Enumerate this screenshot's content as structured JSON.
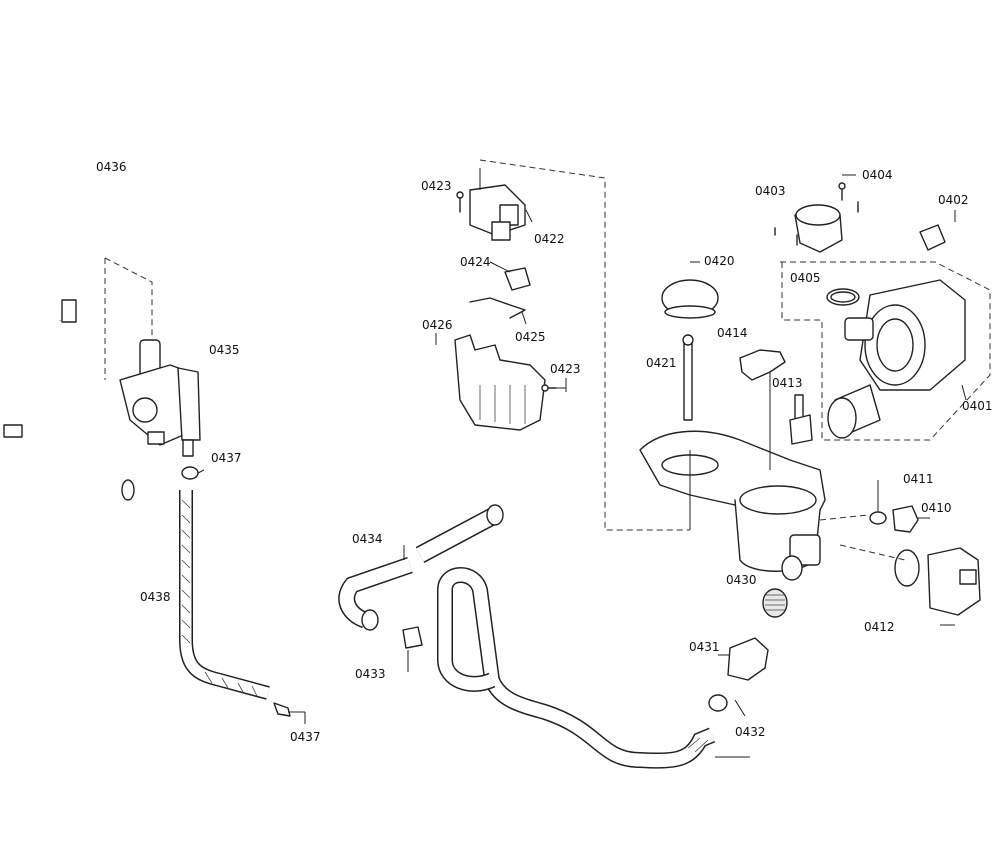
{
  "parts": {
    "p0401": "0401",
    "p0402": "0402",
    "p0403": "0403",
    "p0404": "0404",
    "p0405": "0405",
    "p0410": "0410",
    "p0411": "0411",
    "p0412": "0412",
    "p0413": "0413",
    "p0414": "0414",
    "p0420": "0420",
    "p0421": "0421",
    "p0422": "0422",
    "p0423a": "0423",
    "p0423b": "0423",
    "p0424": "0424",
    "p0425": "0425",
    "p0426": "0426",
    "p0430": "0430",
    "p0431": "0431",
    "p0432": "0432",
    "p0433": "0433",
    "p0434": "0434",
    "p0435": "0435",
    "p0436": "0436",
    "p0437a": "0437",
    "p0437b": "0437",
    "p0438": "0438"
  }
}
